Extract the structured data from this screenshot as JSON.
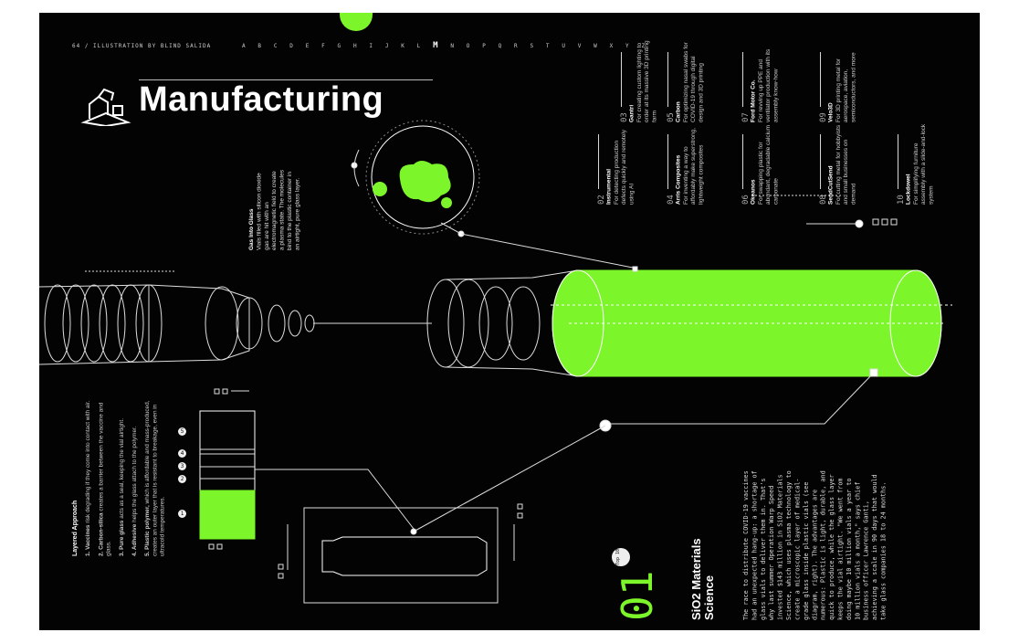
{
  "header": {
    "folio": "64 / ILLUSTRATION BY BLIND SALIDA",
    "alphabet_before": "A B C D E F G H I J K L",
    "alphabet_current": "M",
    "alphabet_after": "N O P Q R S T U V W X Y Z"
  },
  "title": "Manufacturing",
  "list": [
    {
      "num": "02",
      "name": "Instrumental",
      "desc": "For detecting production defects quickly and remotely using AI"
    },
    {
      "num": "03",
      "name": "Gantri",
      "desc": "For creating custom lighting to order at its massive 3D printing farm"
    },
    {
      "num": "04",
      "name": "Arris Composites",
      "desc": "For inventing a way to affordably make superstrong, lightweight composites"
    },
    {
      "num": "05",
      "name": "Carbon",
      "desc": "For optimizing nasal swabs for COVID-19 through digital design and 3D printing"
    },
    {
      "num": "06",
      "name": "Okeanos",
      "desc": "For swapping plastic for abundant, degradable calcium carbonate"
    },
    {
      "num": "07",
      "name": "Ford Motor Co.",
      "desc": "For revving up PPE and ventilator production with its assembly know-how"
    },
    {
      "num": "08",
      "name": "SendCutSend",
      "desc": "For cutting metal for hobbyists and small businesses on demand"
    },
    {
      "num": "09",
      "name": "Velo3D",
      "desc": "For 3D printing metal for aerospace, aviation, semiconductors, and more"
    },
    {
      "num": "10",
      "name": "Lockdowel",
      "desc": "For simplifying furniture assembly with a slide-and-lock system"
    }
  ],
  "gas": {
    "heading": "Gas Into Glass",
    "body": "Vials filled with silicon dioxide gas are hit with an electromagnetic field to create a plasma state. The molecules bind to the plastic container in an airtight, pure glass layer."
  },
  "layered": {
    "heading": "Layered Approach",
    "steps": [
      {
        "lead": "1. Vaccines",
        "text": " risk degrading if they come into contact with air."
      },
      {
        "lead": "2. Carbon-silica",
        "text": " creates a barrier between the vaccine and glass."
      },
      {
        "lead": "3. Pure glass",
        "text": " acts as a seal, keeping the vial airtight."
      },
      {
        "lead": "4. Adhesive",
        "text": " helps the glass attach to the polymer."
      },
      {
        "lead": "5. Plastic polymer,",
        "text": " which is affordable and mass-produced, creates an outer layer that is resistant to breakage, even in ultracold temperatures."
      }
    ],
    "markers": [
      "1",
      "2",
      "3",
      "4",
      "5"
    ]
  },
  "feature": {
    "rank": "01",
    "badge": "Top 10",
    "company": "SiO2 Materials Science",
    "body": "The race to distribute COVID-19 vaccines had an unexpected hang-up: a shortage of glass vials to deliver them in. That's why last summer Operation Warp Speed invested $143 million in SiO2 Materials Science, which uses plasma technology to create a microscopic layer of medical-grade glass inside plastic vials (see diagram, right). The advantages are numerous: Plastic is light, durable, and quick to produce, while the glass layer keeps the vial airtight. \"We went from doing maybe 10 million vials a year to 10 million vials a month,\" says chief business officer Lawrence Ganti, achieving a scale in 90 days that would take glass companies 18 to 24 months."
  },
  "colors": {
    "accent": "#7cf52a",
    "background": "#030303"
  }
}
